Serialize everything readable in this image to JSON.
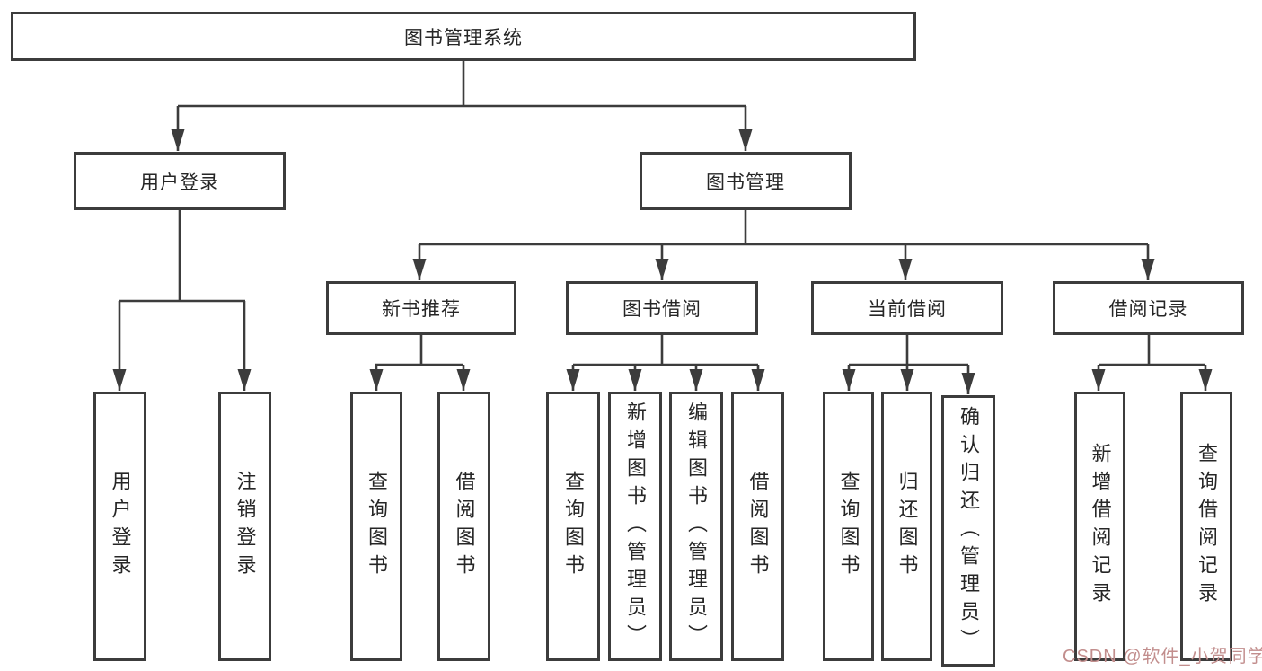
{
  "tree": {
    "root": {
      "label": "图书管理系统"
    },
    "branches": [
      {
        "label": "用户登录",
        "children": [
          {
            "label": "用户登录"
          },
          {
            "label": "注销登录"
          }
        ]
      },
      {
        "label": "图书管理",
        "children": [
          {
            "label": "新书推荐",
            "children": [
              {
                "label": "查询图书"
              },
              {
                "label": "借阅图书"
              }
            ]
          },
          {
            "label": "图书借阅",
            "children": [
              {
                "label": "查询图书"
              },
              {
                "label": "新增图书（管理员）"
              },
              {
                "label": "编辑图书（管理员）"
              },
              {
                "label": "借阅图书"
              }
            ]
          },
          {
            "label": "当前借阅",
            "children": [
              {
                "label": "查询图书"
              },
              {
                "label": "归还图书"
              },
              {
                "label": "确认归还（管理员）"
              }
            ]
          },
          {
            "label": "借阅记录",
            "children": [
              {
                "label": "新增借阅记录"
              },
              {
                "label": "查询借阅记录"
              }
            ]
          }
        ]
      }
    ]
  },
  "watermark": "CSDN @软件_小贺同学",
  "colors": {
    "line": "#3c3c3c",
    "text": "#262626",
    "box_background": "#ffffff",
    "watermark": "#c28e8d",
    "page_background": "#ffffff"
  }
}
